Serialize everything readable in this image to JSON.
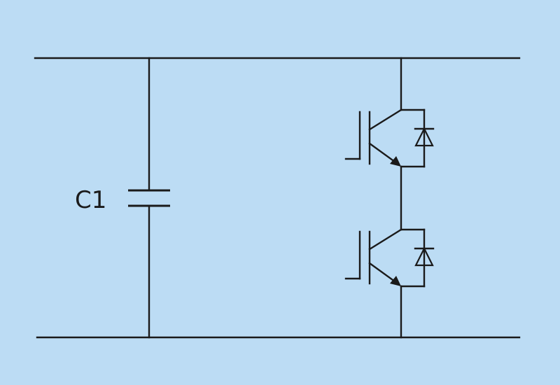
{
  "diagram": {
    "components": [
      {
        "id": "C1",
        "type": "capacitor",
        "label": "C1"
      },
      {
        "id": "Q_upper",
        "type": "igbt-with-antiparallel-diode"
      },
      {
        "id": "Q_lower",
        "type": "igbt-with-antiparallel-diode"
      }
    ],
    "colors": {
      "background": "#bcdcf4",
      "line": "#1a1a1a"
    }
  }
}
